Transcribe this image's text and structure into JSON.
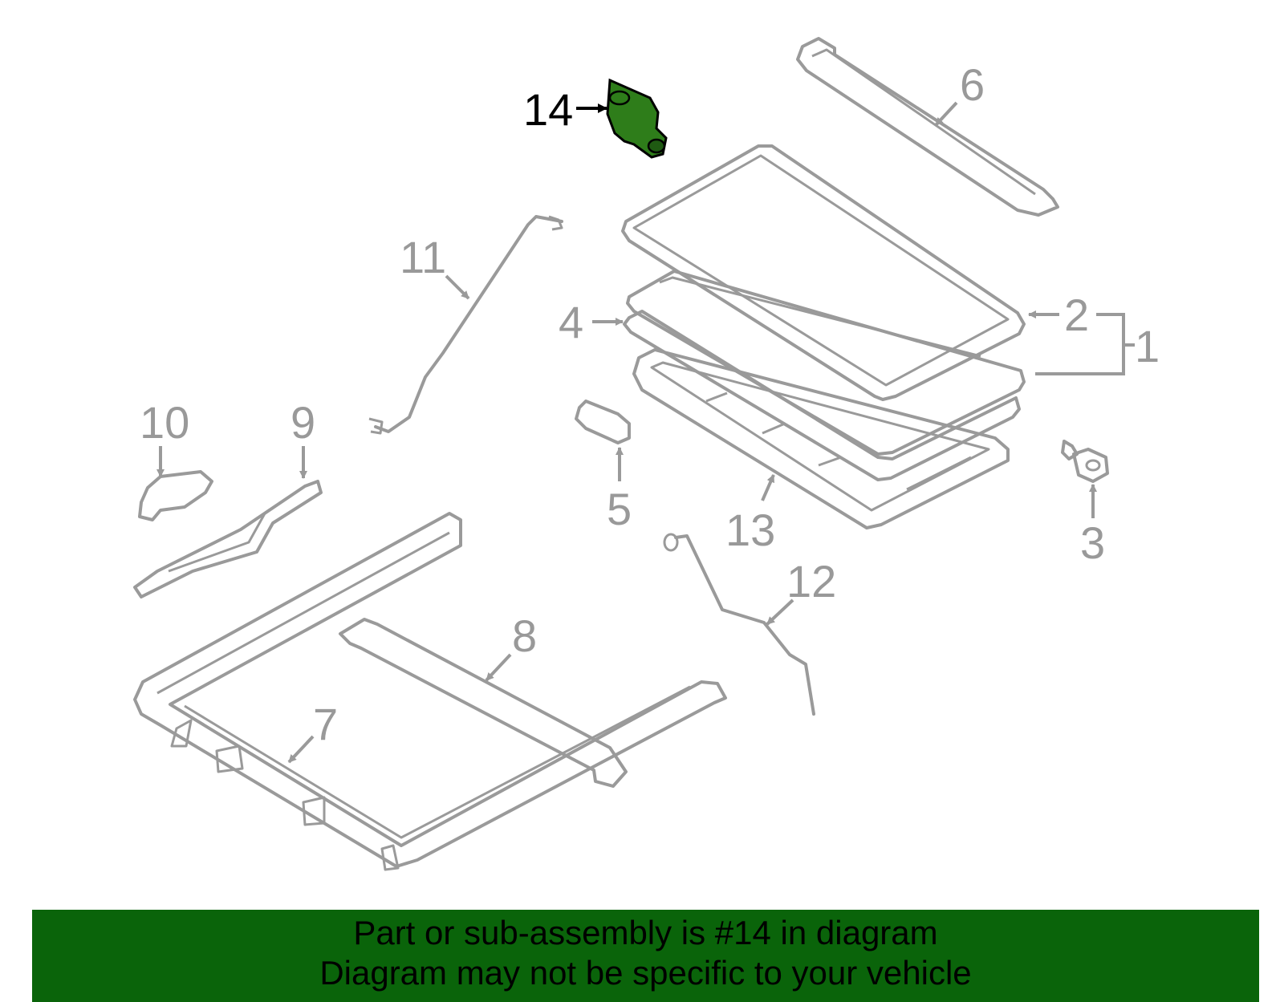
{
  "diagram": {
    "highlight_color": "#2e7d1a",
    "line_color": "#9a9a9a",
    "callouts": [
      "14",
      "6",
      "11",
      "2",
      "1",
      "4",
      "10",
      "9",
      "5",
      "13",
      "3",
      "12",
      "8",
      "7"
    ]
  },
  "banner": {
    "background": "#0a640a",
    "line1": "Part or sub-assembly is #14 in diagram",
    "line2": "Diagram may not be specific to your vehicle"
  }
}
